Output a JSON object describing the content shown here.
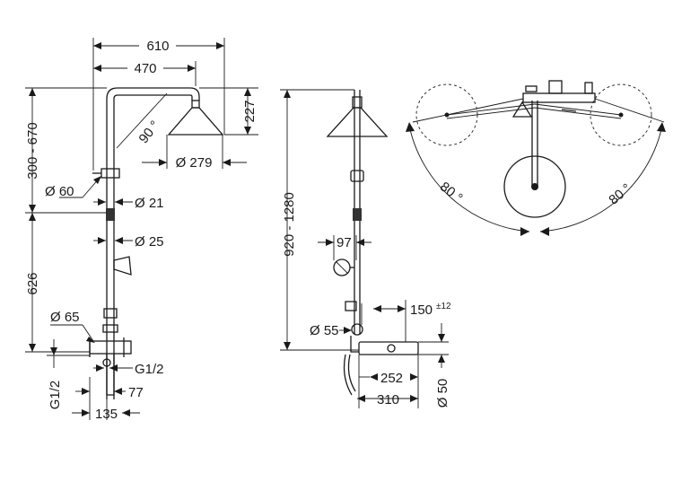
{
  "dimensions": {
    "d610": "610",
    "d470": "470",
    "d227": "227",
    "d300_670": "300 - 670",
    "d90deg": "90 °",
    "d279": "Ø 279",
    "d60": "Ø 60",
    "d21": "Ø 21",
    "d25": "Ø 25",
    "d626": "626",
    "d65": "Ø 65",
    "dG12_right": "G1/2",
    "dG12_left": "G1/2",
    "d77": "77",
    "d135": "135",
    "d920_1280": "920 - 1280",
    "d97": "97",
    "d55": "Ø 55",
    "d150": "150",
    "d150_tol": "±12",
    "d252": "252",
    "d310": "310",
    "d50": "Ø 50",
    "d80_left": "80 °",
    "d80_right": "80 °"
  }
}
